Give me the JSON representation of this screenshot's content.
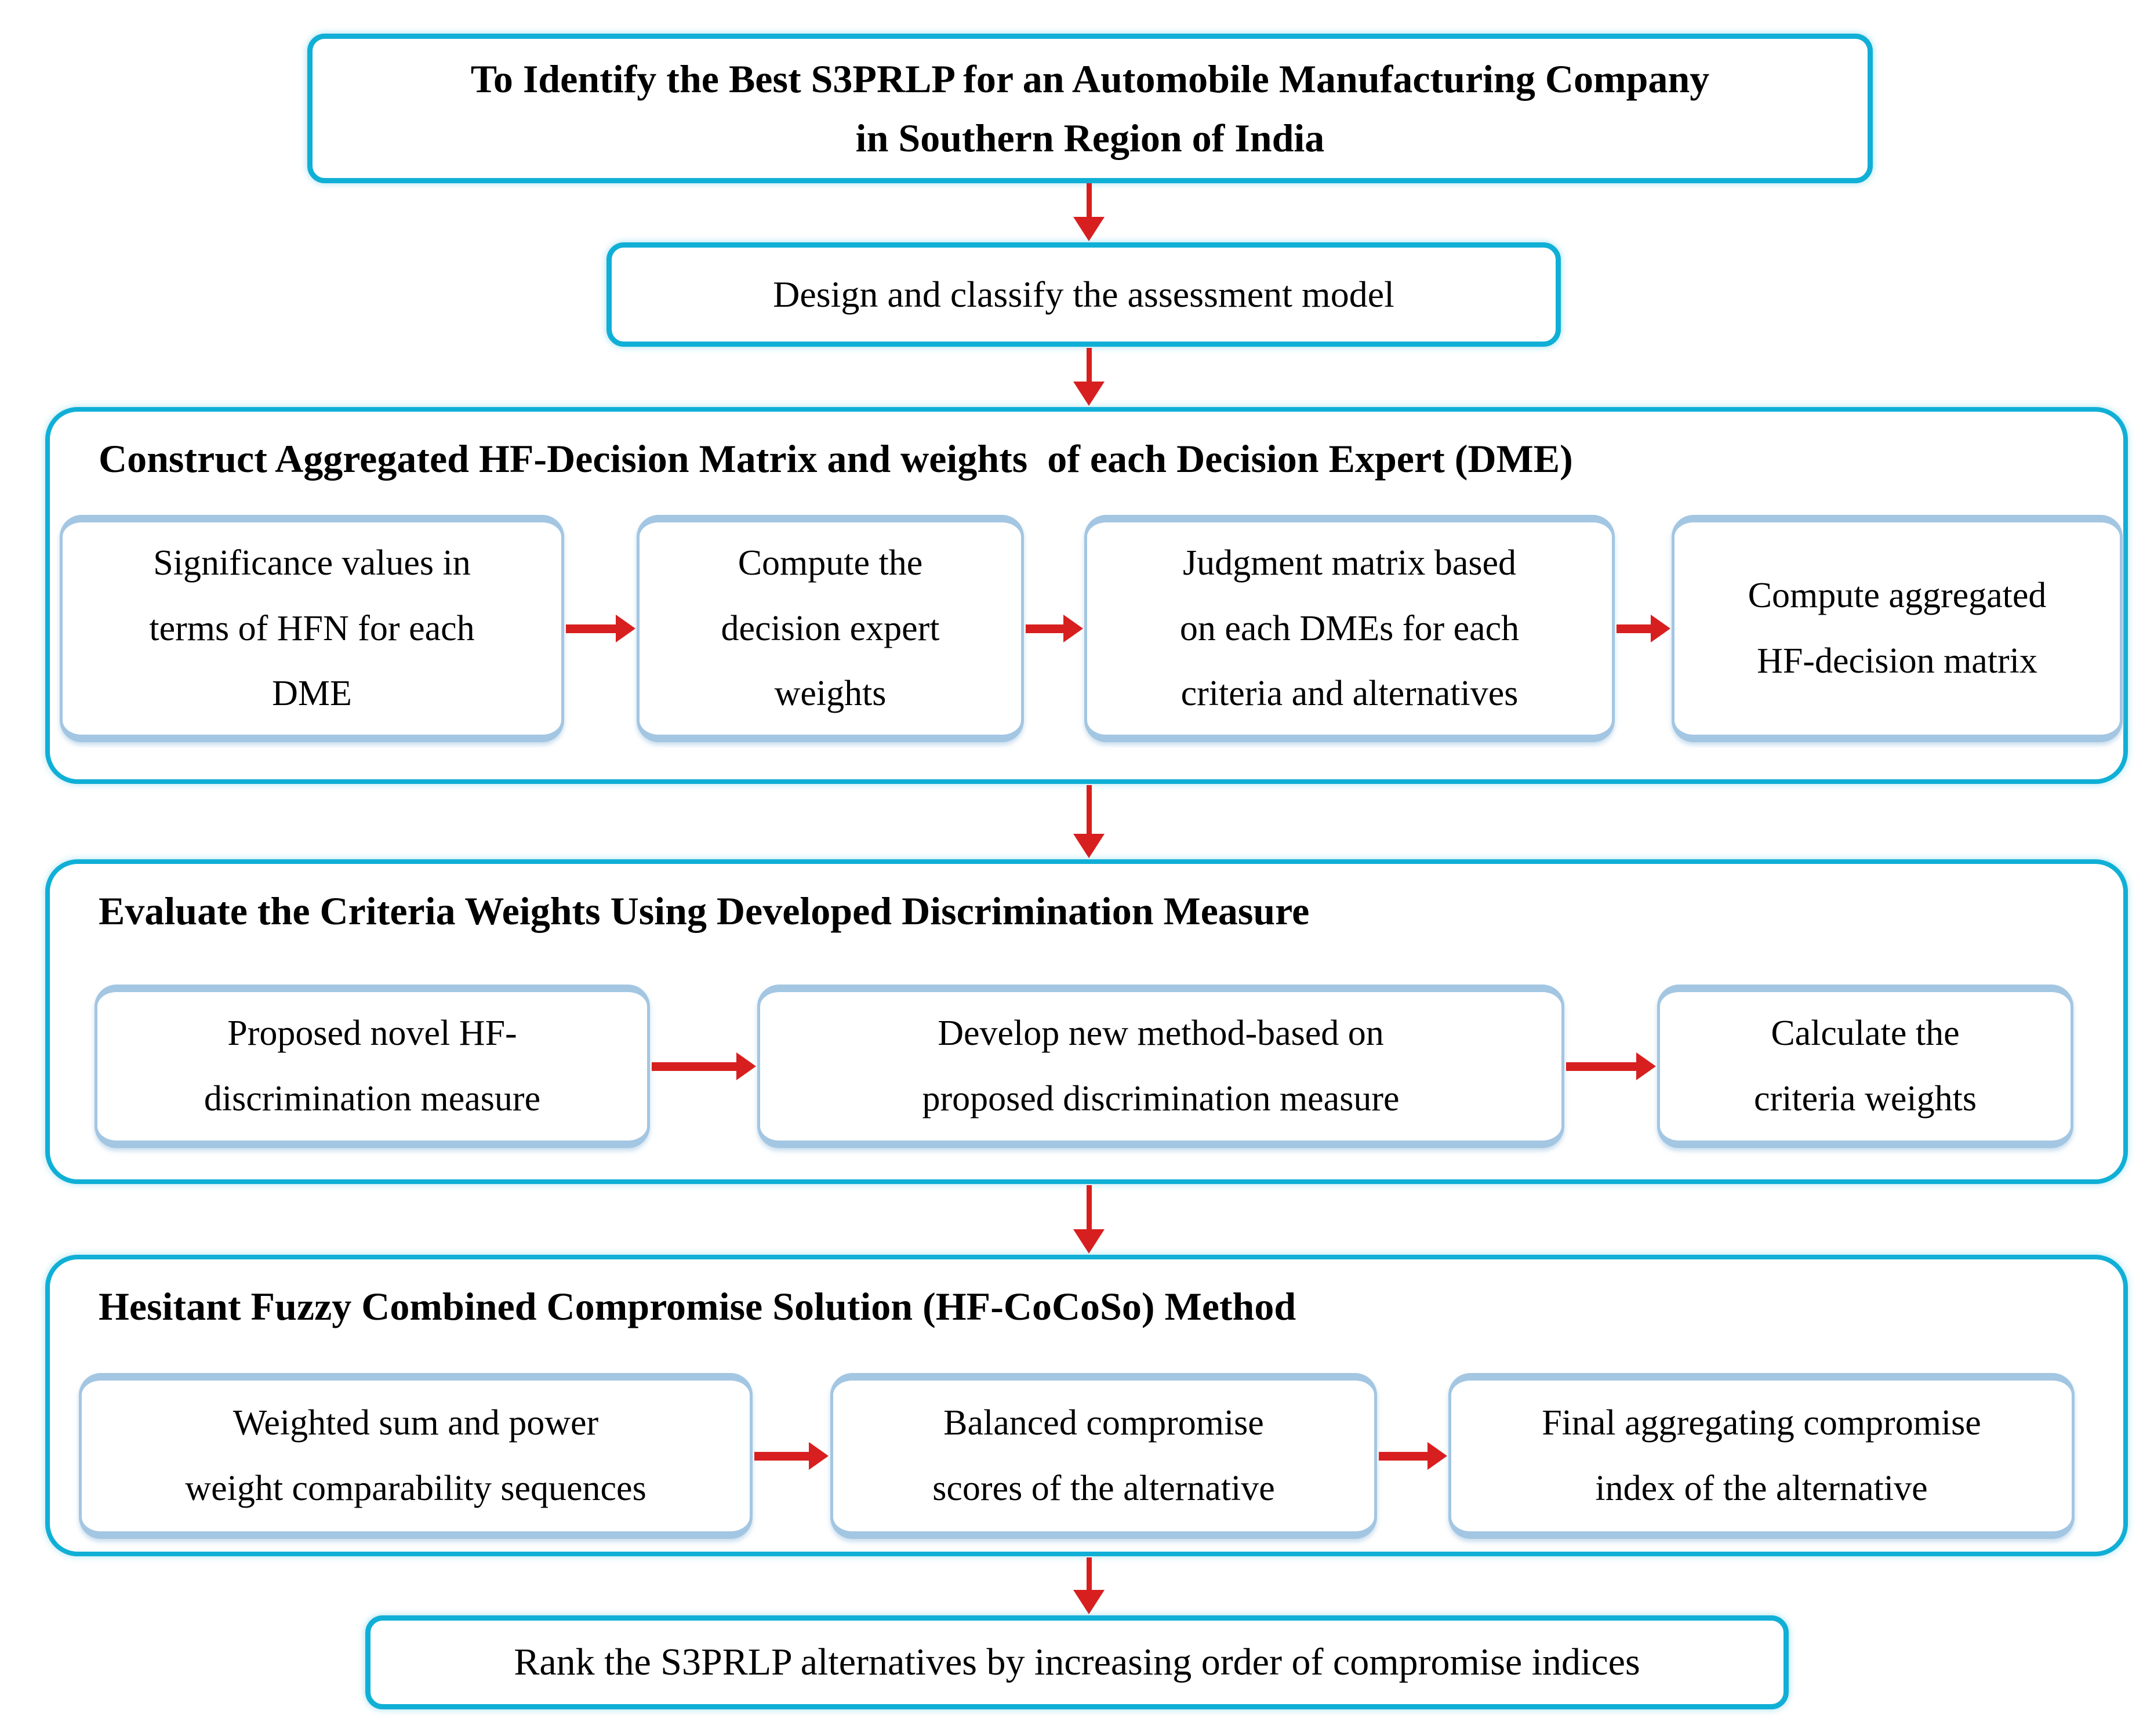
{
  "diagram": {
    "top": {
      "lines": [
        "To Identify the Best S3PRLP for an Automobile Manufacturing Company",
        "in Southern Region of India"
      ]
    },
    "design_step": {
      "label": "Design and classify the assessment model"
    },
    "sections": [
      {
        "title": "Construct Aggregated HF-Decision Matrix and weights  of each Decision Expert (DME)",
        "boxes": [
          {
            "lines": [
              "Significance values in",
              "terms of HFN for each",
              "DME"
            ]
          },
          {
            "lines": [
              "Compute the",
              "decision expert",
              "weights"
            ]
          },
          {
            "lines": [
              "Judgment matrix based",
              "on each DMEs for each",
              "criteria and alternatives"
            ]
          },
          {
            "lines": [
              "Compute aggregated",
              "HF-decision matrix"
            ]
          }
        ]
      },
      {
        "title": "Evaluate the Criteria Weights Using Developed Discrimination Measure",
        "boxes": [
          {
            "lines": [
              "Proposed novel HF-",
              "discrimination measure"
            ]
          },
          {
            "lines": [
              "Develop new method-based on",
              "proposed discrimination measure"
            ]
          },
          {
            "lines": [
              "Calculate the",
              "criteria weights"
            ]
          }
        ]
      },
      {
        "title": "Hesitant Fuzzy Combined Compromise Solution (HF-CoCoSo) Method",
        "boxes": [
          {
            "lines": [
              "Weighted sum and power",
              "weight comparability sequences"
            ]
          },
          {
            "lines": [
              "Balanced compromise",
              "scores of the alternative"
            ]
          },
          {
            "lines": [
              "Final aggregating compromise",
              "index of the alternative"
            ]
          }
        ]
      }
    ],
    "final": {
      "label": "Rank the S3PRLP alternatives by increasing order of compromise indices"
    },
    "colors": {
      "outer_border": "#10afd6",
      "inner_border": "#a3c6e2",
      "arrow": "#d81f1f",
      "text": "#000000",
      "background": "#ffffff"
    }
  }
}
